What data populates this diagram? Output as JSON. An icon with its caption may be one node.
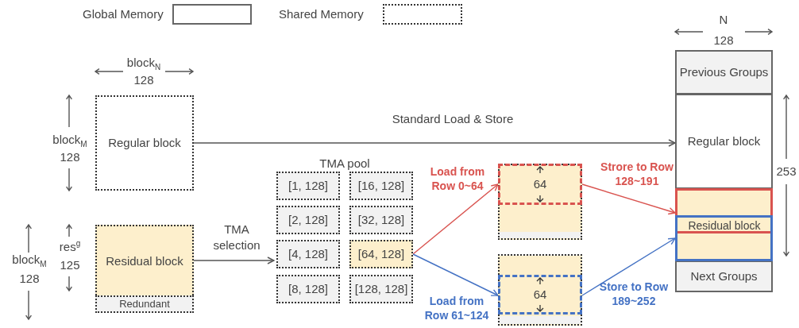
{
  "diagram": {
    "nodes": [
      {
        "text": [
          "Regular block"
        ]
      },
      {
        "text": [
          "Residual block"
        ]
      },
      {
        "text": [
          "Redundant"
        ]
      },
      {
        "text": [
          "TMA pool"
        ]
      },
      {
        "text": [
          "[1, 128]"
        ],
        "in": 3
      },
      {
        "text": [
          "[16, 128]"
        ],
        "in": 3
      },
      {
        "text": [
          "[2, 128]"
        ],
        "in": 3
      },
      {
        "text": [
          "[32, 128]"
        ],
        "in": 3
      },
      {
        "text": [
          "[4, 128]"
        ],
        "in": 3
      },
      {
        "text": [
          "[64, 128]"
        ],
        "in": 3
      },
      {
        "text": [
          "[8, 128]"
        ],
        "in": 3
      },
      {
        "text": [
          "[128, 128]"
        ],
        "in": 3
      },
      {
        "text": [],
        "shape": "box"
      },
      {
        "text": [
          "64"
        ],
        "in": 12
      },
      {
        "text": [],
        "shape": "box"
      },
      {
        "text": [
          "64"
        ],
        "in": 14
      },
      {
        "text": [
          "Previous Groups"
        ]
      },
      {
        "text": [
          "Regular block"
        ]
      },
      {
        "text": [],
        "shape": "box"
      },
      {
        "text": [],
        "shape": "box",
        "in": 18
      },
      {
        "text": [],
        "shape": "box",
        "in": 18
      },
      {
        "text": [
          "Residual block"
        ]
      },
      {
        "text": [
          "Next Groups"
        ]
      }
    ],
    "edges": [
      {
        "from": 0,
        "to": 17,
        "arrow": "to",
        "label": "Standard Load & Store",
        "color": "#555555"
      },
      {
        "from": 1,
        "to": 3,
        "arrow": "to",
        "label": "TMA selection",
        "color": "#555555"
      },
      {
        "from": 9,
        "to": 13,
        "arrow": "to",
        "label": "Load from Row 0~64",
        "color": "#d9534f"
      },
      {
        "from": 9,
        "to": 15,
        "arrow": "to",
        "label": "Load from Row 61~124",
        "color": "#4472c4"
      },
      {
        "from": 13,
        "to": 19,
        "arrow": "to",
        "label": "Strore to Row 128~191",
        "color": "#d9534f"
      },
      {
        "from": 15,
        "to": 20,
        "arrow": "to",
        "label": "Store to Row 189~252",
        "color": "#4472c4"
      }
    ],
    "labels": [
      "block$_{N}$",
      "128",
      "block$_{M}$",
      "128",
      "res$^{g}$",
      "125",
      "block$_{M}$",
      "128",
      "N",
      "128",
      "253"
    ],
    "legend": [
      {
        "text": "Global Memory"
      },
      {
        "text": "Shared Memory"
      }
    ]
  }
}
